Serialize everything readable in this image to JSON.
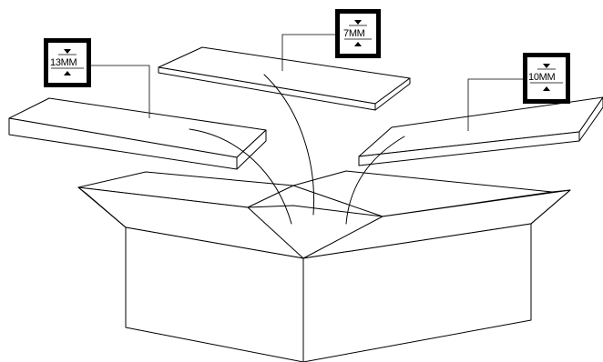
{
  "diagram": {
    "labels": [
      {
        "id": "panel-left",
        "text": "13MM"
      },
      {
        "id": "panel-center",
        "text": "7MM"
      },
      {
        "id": "panel-right",
        "text": "10MM"
      }
    ]
  }
}
